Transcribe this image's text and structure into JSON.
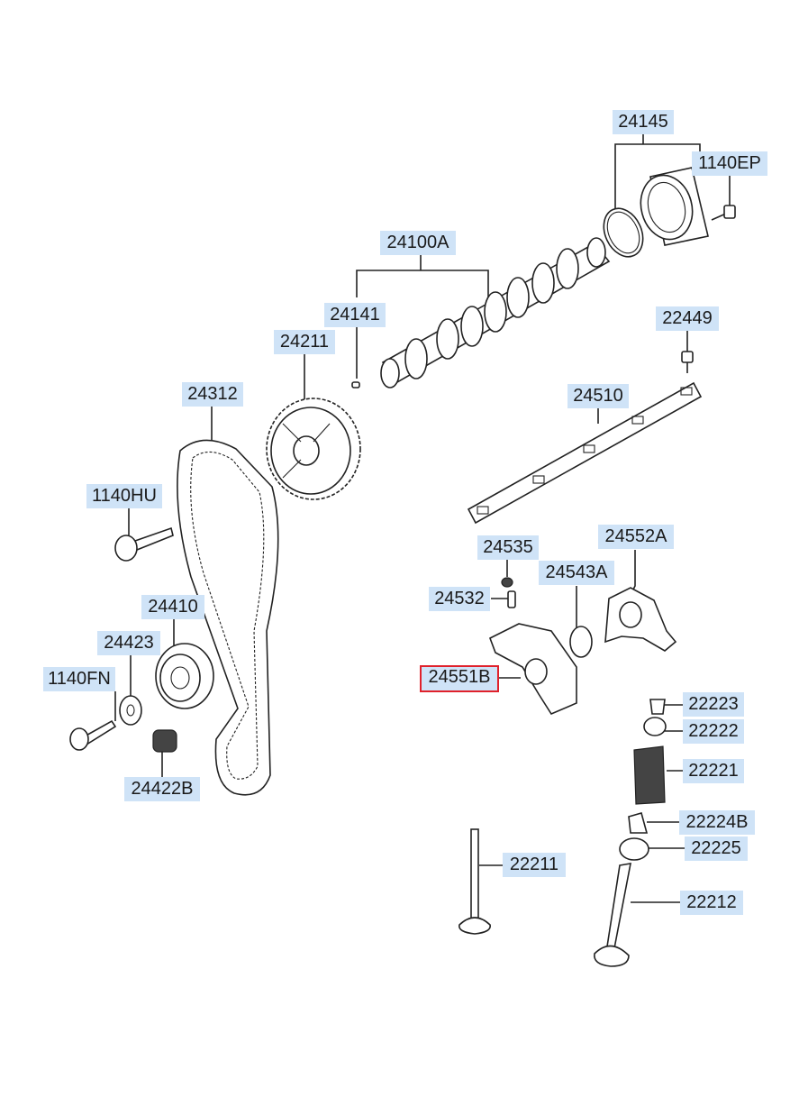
{
  "parts": [
    {
      "id": "24145",
      "label": "24145"
    },
    {
      "id": "1140EP",
      "label": "1140EP"
    },
    {
      "id": "24100A",
      "label": "24100A"
    },
    {
      "id": "24141",
      "label": "24141"
    },
    {
      "id": "24211",
      "label": "24211"
    },
    {
      "id": "22449",
      "label": "22449"
    },
    {
      "id": "24312",
      "label": "24312"
    },
    {
      "id": "24510",
      "label": "24510"
    },
    {
      "id": "1140HU",
      "label": "1140HU"
    },
    {
      "id": "24535",
      "label": "24535"
    },
    {
      "id": "24552A",
      "label": "24552A"
    },
    {
      "id": "24543A",
      "label": "24543A"
    },
    {
      "id": "24532",
      "label": "24532"
    },
    {
      "id": "24410",
      "label": "24410"
    },
    {
      "id": "24423",
      "label": "24423"
    },
    {
      "id": "24551B",
      "label": "24551B",
      "selected": true
    },
    {
      "id": "1140FN",
      "label": "1140FN"
    },
    {
      "id": "22223",
      "label": "22223"
    },
    {
      "id": "22222",
      "label": "22222"
    },
    {
      "id": "22221",
      "label": "22221"
    },
    {
      "id": "24422B",
      "label": "24422B"
    },
    {
      "id": "22224B",
      "label": "22224B"
    },
    {
      "id": "22225",
      "label": "22225"
    },
    {
      "id": "22211",
      "label": "22211"
    },
    {
      "id": "22212",
      "label": "22212"
    }
  ],
  "colors": {
    "label_bg": "#cfe3f7",
    "selected_border": "#e0212b"
  }
}
